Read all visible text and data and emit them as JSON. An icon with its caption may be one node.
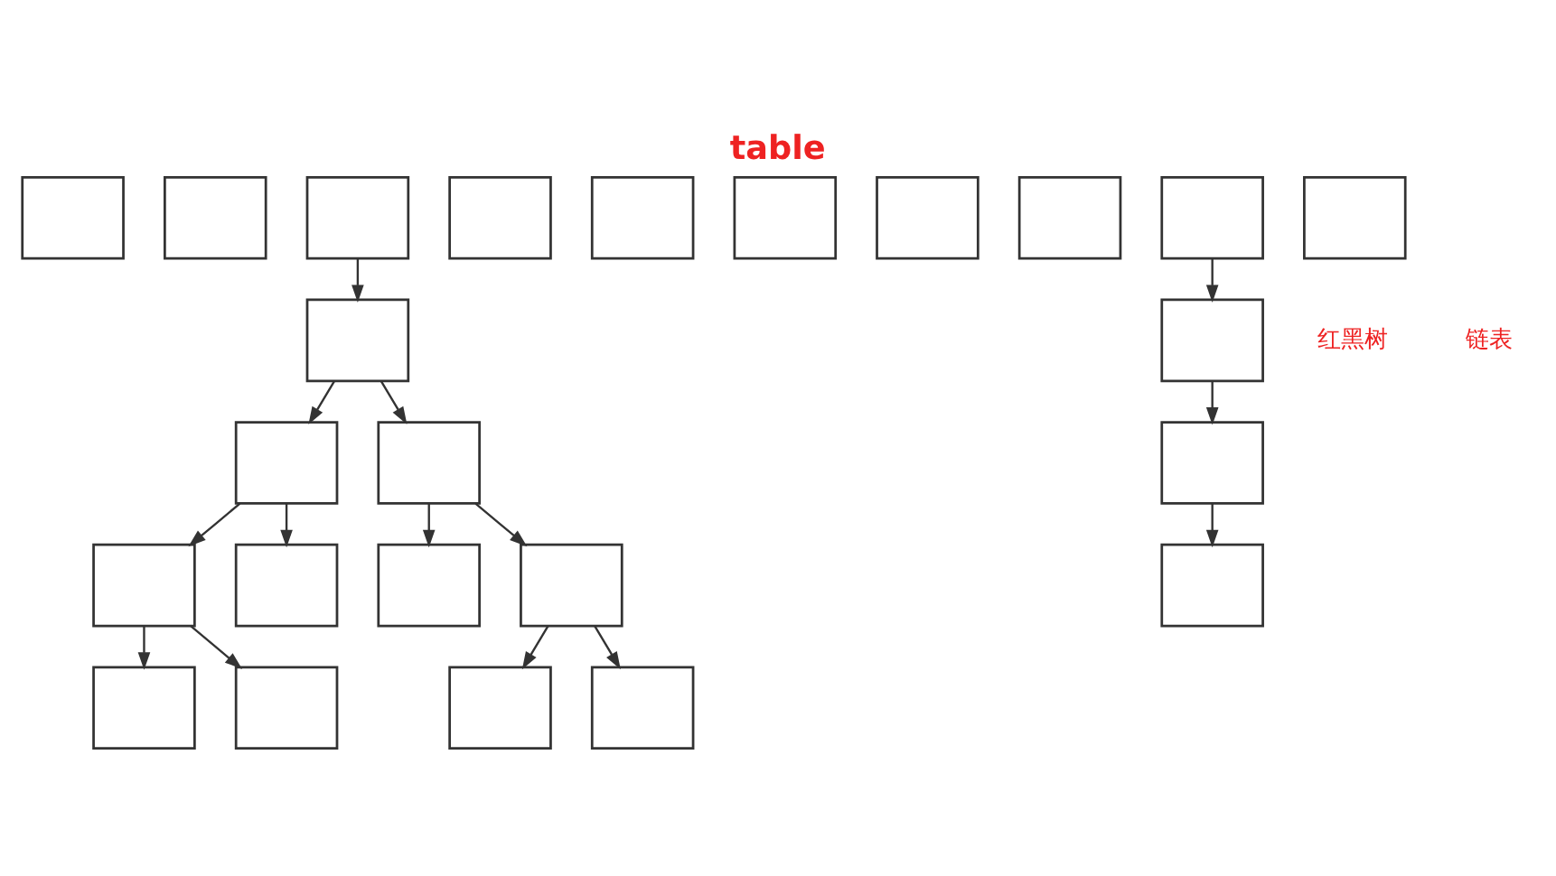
{
  "diagram": {
    "title": "table",
    "nodes": [
      {
        "text": [],
        "shape": "box"
      },
      {
        "text": [],
        "shape": "box"
      },
      {
        "text": [],
        "shape": "box"
      },
      {
        "text": [],
        "shape": "box"
      },
      {
        "text": [],
        "shape": "box"
      },
      {
        "text": [],
        "shape": "box"
      },
      {
        "text": [],
        "shape": "box"
      },
      {
        "text": [],
        "shape": "box"
      },
      {
        "text": [],
        "shape": "box"
      },
      {
        "text": [],
        "shape": "box"
      },
      {
        "text": [],
        "shape": "box"
      },
      {
        "text": [],
        "shape": "box"
      },
      {
        "text": [],
        "shape": "box"
      },
      {
        "text": [],
        "shape": "box"
      },
      {
        "text": [],
        "shape": "box"
      },
      {
        "text": [],
        "shape": "box"
      },
      {
        "text": [],
        "shape": "box"
      },
      {
        "text": [],
        "shape": "box"
      },
      {
        "text": [],
        "shape": "box"
      },
      {
        "text": [],
        "shape": "box"
      },
      {
        "text": [],
        "shape": "box"
      },
      {
        "text": [],
        "shape": "box"
      },
      {
        "text": [],
        "shape": "box"
      },
      {
        "text": [],
        "shape": "box"
      }
    ],
    "edges": [
      {
        "from": 2,
        "to": 10,
        "arrow": "to"
      },
      {
        "from": 10,
        "to": 11,
        "arrow": "to"
      },
      {
        "from": 10,
        "to": 12,
        "arrow": "to"
      },
      {
        "from": 11,
        "to": 13,
        "arrow": "to"
      },
      {
        "from": 11,
        "to": 14,
        "arrow": "to"
      },
      {
        "from": 12,
        "to": 15,
        "arrow": "to"
      },
      {
        "from": 12,
        "to": 16,
        "arrow": "to"
      },
      {
        "from": 13,
        "to": 17,
        "arrow": "to"
      },
      {
        "from": 13,
        "to": 18,
        "arrow": "to"
      },
      {
        "from": 16,
        "to": 19,
        "arrow": "to"
      },
      {
        "from": 16,
        "to": 20,
        "arrow": "to"
      },
      {
        "from": 8,
        "to": 21,
        "arrow": "to"
      },
      {
        "from": 21,
        "to": 22,
        "arrow": "to"
      },
      {
        "from": 22,
        "to": 23,
        "arrow": "to"
      }
    ],
    "labels": [
      "红黑树",
      "链表"
    ]
  }
}
